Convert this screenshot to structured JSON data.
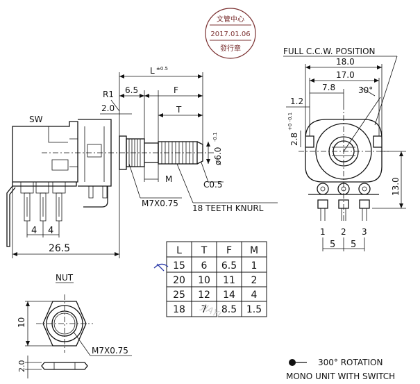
{
  "stamp": {
    "line1": "文管中心",
    "date": "2017.01.06",
    "line3": "發行章",
    "color": "#7a2f2f"
  },
  "labels": {
    "sw": "SW",
    "r1": "R1",
    "full_ccw": "FULL C.C.W. POSITION",
    "nut": "NUT",
    "knurl": "18 TEETH KNURL",
    "thread_main": "M7X0.75",
    "thread_nut": "M7X0.75",
    "chamfer": "C0.5",
    "shaft_dia": "ø6.0",
    "shaft_tol": "-0.1",
    "l_dim": "L",
    "l_tol": "±0.5",
    "f_dim": "F",
    "t_dim": "T",
    "m_dim": "M",
    "dim_6_5": "6.5",
    "dim_2_0": "2.0",
    "dim_4a": "4",
    "dim_4b": "4",
    "dim_26_5": "26.5",
    "dim_18_0": "18.0",
    "dim_17_0": "17.0",
    "dim_7_8": "7.8",
    "dim_30": "30°",
    "dim_1_2": "1.2",
    "dim_2_8": "2.8",
    "dim_2_8_tol": "+0 -0.1",
    "dim_13_0": "13.0",
    "dim_5a": "5",
    "dim_5b": "5",
    "nut_10": "10",
    "nut_2_0": "2.0",
    "pin1": "1",
    "pin2": "2",
    "pin3": "3",
    "watermark": "JIAYI"
  },
  "legend": {
    "rotation": "300° ROTATION",
    "mono": "MONO UNIT WITH SWITCH"
  },
  "dim_table": {
    "headers": [
      "L",
      "T",
      "F",
      "M"
    ],
    "rows": [
      [
        "15",
        "6",
        "6.5",
        "1"
      ],
      [
        "20",
        "10",
        "11",
        "2"
      ],
      [
        "25",
        "12",
        "14",
        "4"
      ],
      [
        "18",
        "7",
        "8.5",
        "1.5"
      ]
    ]
  }
}
